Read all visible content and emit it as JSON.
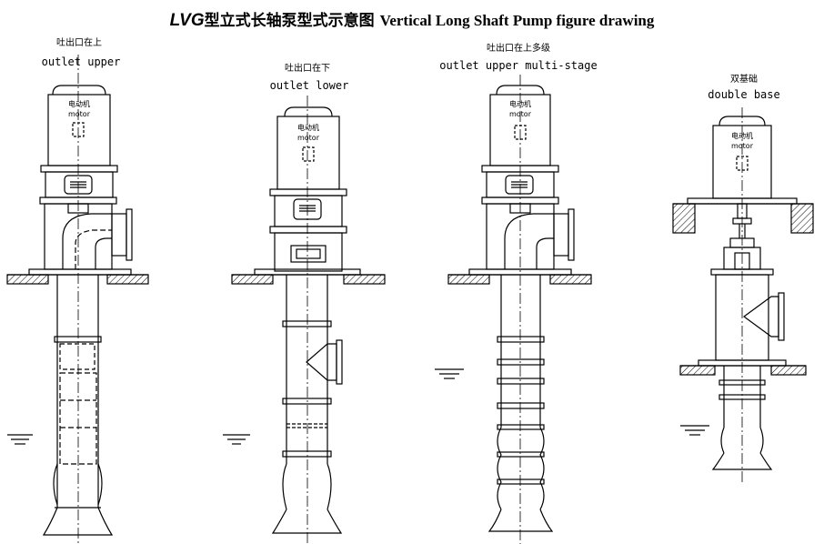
{
  "title": {
    "code": "LVG",
    "cn": "型立式长轴泵型式示意图",
    "en": "Vertical Long Shaft Pump figure drawing"
  },
  "pumps": [
    {
      "label_cn": "吐出口在上",
      "label_en": "outlet upper"
    },
    {
      "label_cn": "吐出口在下",
      "label_en": "outlet lower"
    },
    {
      "label_cn": "吐出口在上多级",
      "label_en": "outlet upper multi-stage"
    },
    {
      "label_cn": "双基础",
      "label_en": "double base"
    }
  ],
  "motor": {
    "cn": "电动机",
    "en": "motor"
  }
}
